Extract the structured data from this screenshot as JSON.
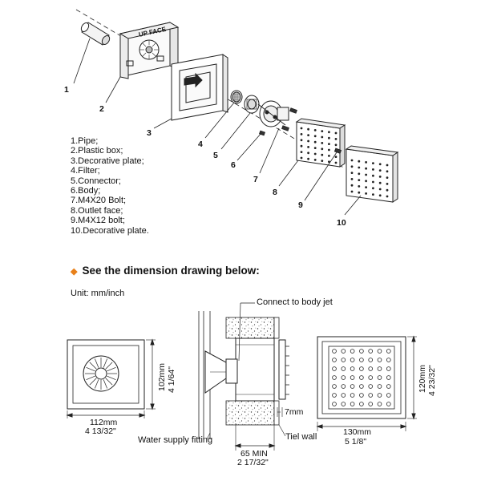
{
  "exploded": {
    "up_face_label": "UP FACE",
    "callouts": [
      "1",
      "2",
      "3",
      "4",
      "5",
      "6",
      "7",
      "8",
      "9",
      "10"
    ]
  },
  "parts": [
    "1.Pipe;",
    "2.Plastic box;",
    "3.Decorative plate;",
    "4.Filter;",
    "5.Connector;",
    "6.Body;",
    "7.M4X20 Bolt;",
    "8.Outlet face;",
    "9.M4X12 bolt;",
    "10.Decorative plate."
  ],
  "section_heading": "See the dimension drawing below:",
  "accent_color": "#e8801a",
  "unit_label": "Unit: mm/inch",
  "front_view": {
    "width_mm": "112mm",
    "width_in": "4 13/32\"",
    "height_mm": "102mm",
    "height_in": "4 1/64\""
  },
  "section_view": {
    "connect_label": "Connect to body jet",
    "seven_mm": "7mm",
    "tile_label": "Tiel wall",
    "depth_mm": "65 MIN",
    "depth_in": "2 17/32\"",
    "water_label": "Water supply fitting"
  },
  "face_view": {
    "width_mm": "130mm",
    "width_in": "5 1/8\"",
    "height_mm": "120mm",
    "height_in": "4 23/32\""
  }
}
